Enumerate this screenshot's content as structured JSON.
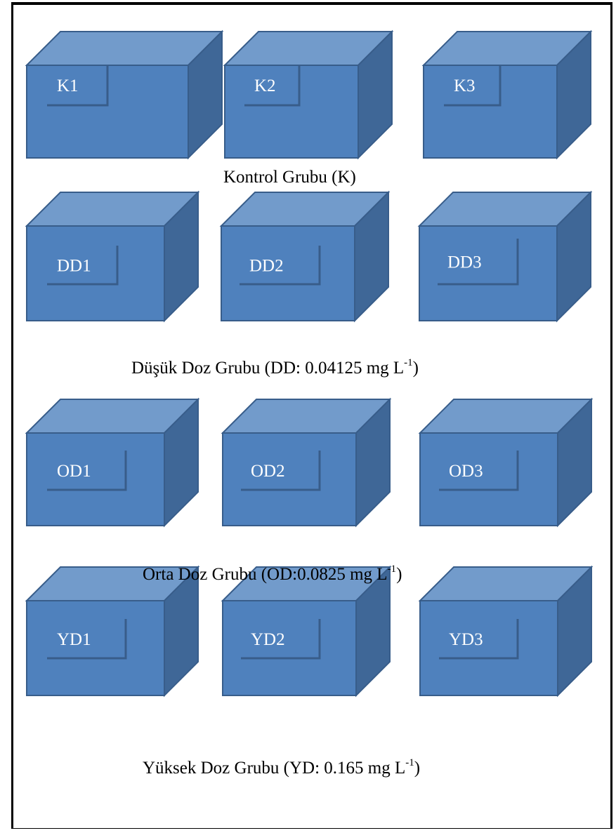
{
  "colors": {
    "front": "#4f81bd",
    "top": "#729bcb",
    "side": "#3f6797",
    "edge": "#385d8a",
    "border": "#000000"
  },
  "groups": [
    {
      "boxes": [
        "K1",
        "K2",
        "K3"
      ],
      "caption": {
        "text": "Kontrol Grubu (K)",
        "sup": "",
        "suffix": ""
      }
    },
    {
      "boxes": [
        "DD1",
        "DD2",
        "DD3"
      ],
      "caption": {
        "text": "Düşük Doz Grubu (DD: 0.04125 mg L",
        "sup": "-1",
        "suffix": ")"
      }
    },
    {
      "boxes": [
        "OD1",
        "OD2",
        "OD3"
      ],
      "caption": {
        "text": "Orta Doz Grubu (OD:0.0825 mg L",
        "sup": "-1",
        "suffix": ")"
      }
    },
    {
      "boxes": [
        "YD1",
        "YD2",
        "YD3"
      ],
      "caption": {
        "text": "Yüksek Doz Grubu (YD: 0.165 mg L",
        "sup": "-1",
        "suffix": ")"
      }
    }
  ]
}
